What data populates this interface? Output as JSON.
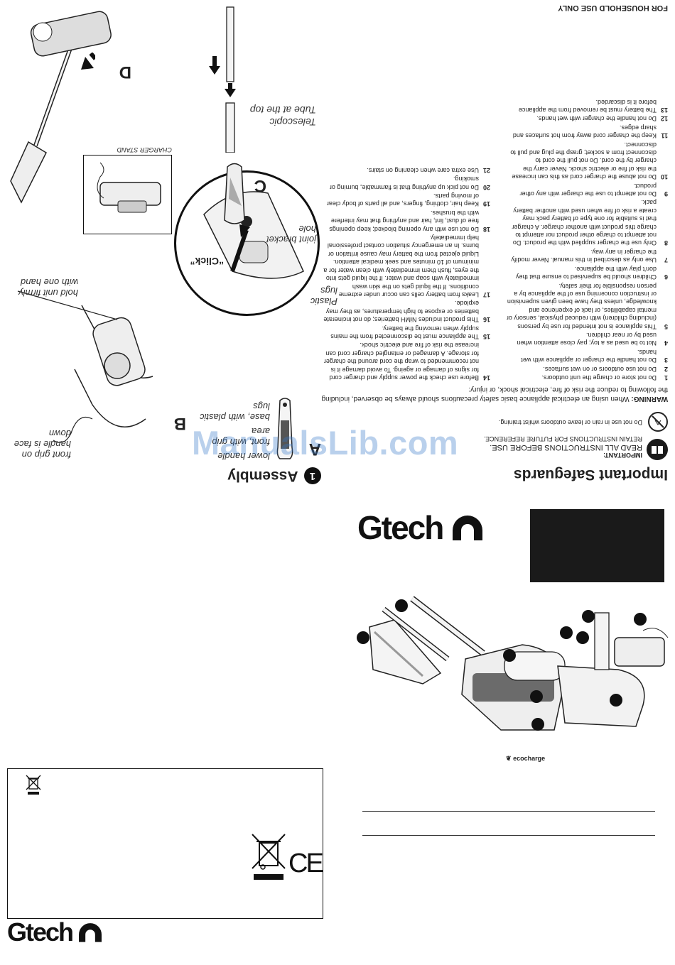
{
  "watermark": "ManualsLib.com",
  "safeguards": {
    "title": "Important Safeguards",
    "important_label": "IMPORTANT:",
    "read_line": "READ ALL INSTRUCTIONS BEFORE USE.",
    "retain_line": "RETAIN INSTRUCTIONS FOR FUTURE REFERENCE.",
    "rain_line": "Do not use in rain or leave outdoors whilst training.",
    "warning_label": "WARNING:",
    "warning_text": "When using an electrical appliance basic safety precautions should always be observed, including the following to reduce the risk of fire, electrical shock, or injury:",
    "items_left": [
      {
        "n": "1",
        "text": "Do not store or charge the unit outdoors."
      },
      {
        "n": "2",
        "text": "Do not use outdoors or on wet surfaces."
      },
      {
        "n": "3",
        "text": "Do not handle the charger or appliance with wet hands."
      },
      {
        "n": "4",
        "text": "Not to be used as a toy; pay close attention when used by or near children."
      },
      {
        "n": "5",
        "text": "This appliance is not intended for use by persons (including children) with reduced physical, sensory or mental capabilities, or lack of experience and knowledge, unless they have been given supervision or instruction concerning use of the appliance by a person responsible for their safety."
      },
      {
        "n": "6",
        "text": "Children should be supervised to ensure that they don't play with the appliance."
      },
      {
        "n": "7",
        "text": "Use only as described in this manual. Never modify the charger in any way."
      },
      {
        "n": "8",
        "text": "Only use the charger supplied with the product. Do not attempt to charge other product nor attempt to charge this product with another charger. A charger that is suitable for one type of battery pack may create a risk of fire when used with another battery pack."
      },
      {
        "n": "9",
        "text": "Do not attempt to use the charger with any other product."
      },
      {
        "n": "10",
        "text": "Do not abuse the charger cord as this can increase the risk of fire or electric shock. Never carry the charger by the cord. Do not pull the cord to disconnect from a socket; grasp the plug and pull to disconnect."
      },
      {
        "n": "11",
        "text": "Keep the charger cord away from hot surfaces and sharp edges."
      },
      {
        "n": "12",
        "text": "Do not handle the charger with wet hands."
      },
      {
        "n": "13",
        "text": "The battery must be removed from the appliance before it is discarded."
      }
    ],
    "items_right": [
      {
        "n": "14",
        "text": "Before use check the power supply and charger cord for signs of damage or ageing. To avoid damage it is not recommended to wrap the cord around the charger for storage. A damaged or entangled charger cord can increase the risk of fire and electric shock."
      },
      {
        "n": "15",
        "text": "The appliance must be disconnected from the mains supply when removing the battery."
      },
      {
        "n": "16",
        "text": "This product includes NiMH batteries; do not incinerate batteries or expose to high temperatures, as they may explode."
      },
      {
        "n": "17",
        "text": "Leaks from battery cells can occur under extreme conditions. If the liquid gets on the skin wash immediately with soap and water. If the liquid gets into the eyes, flush them immediately with clean water for a minimum of 10 minutes and seek medical attention. Liquid ejected from the battery may cause irritation or burns. In an emergency situation contact professional help immediately."
      },
      {
        "n": "18",
        "text": "Do not use with any opening blocked; keep openings free of dust, lint, hair and anything that may interfere with the brushes."
      },
      {
        "n": "19",
        "text": "Keep hair, clothing, fingers, and all parts of body clear of moving parts."
      },
      {
        "n": "20",
        "text": "Do not pick up anything that is flammable, burning or smoking."
      },
      {
        "n": "21",
        "text": "Use extra care when cleaning on stairs."
      }
    ],
    "footer": "FOR HOUSEHOLD USE ONLY"
  },
  "assembly": {
    "number": "1",
    "title": "Assembly",
    "a_letter": "A",
    "a_label_1": "lower handle",
    "a_label_2": "front, with grip area",
    "a_label_3": "base, with plastic lugs",
    "b_letter": "B",
    "b_label_1": "front grip on handle is face down",
    "b_label_2": "hold unit firmly with one hand",
    "click": "“Click”",
    "plastic_lugs": "Plastic lugs",
    "joint": "joint bracket hole",
    "charger_stand": "CHARGER STAND",
    "c_letter": "C",
    "telescopic": "Telescopic Tube at the top",
    "d_letter": "D"
  },
  "cover": {
    "brand": "Gtech",
    "ecocharge": "ecocharge"
  },
  "back": {
    "brand": "Gtech",
    "ce": "CE"
  }
}
